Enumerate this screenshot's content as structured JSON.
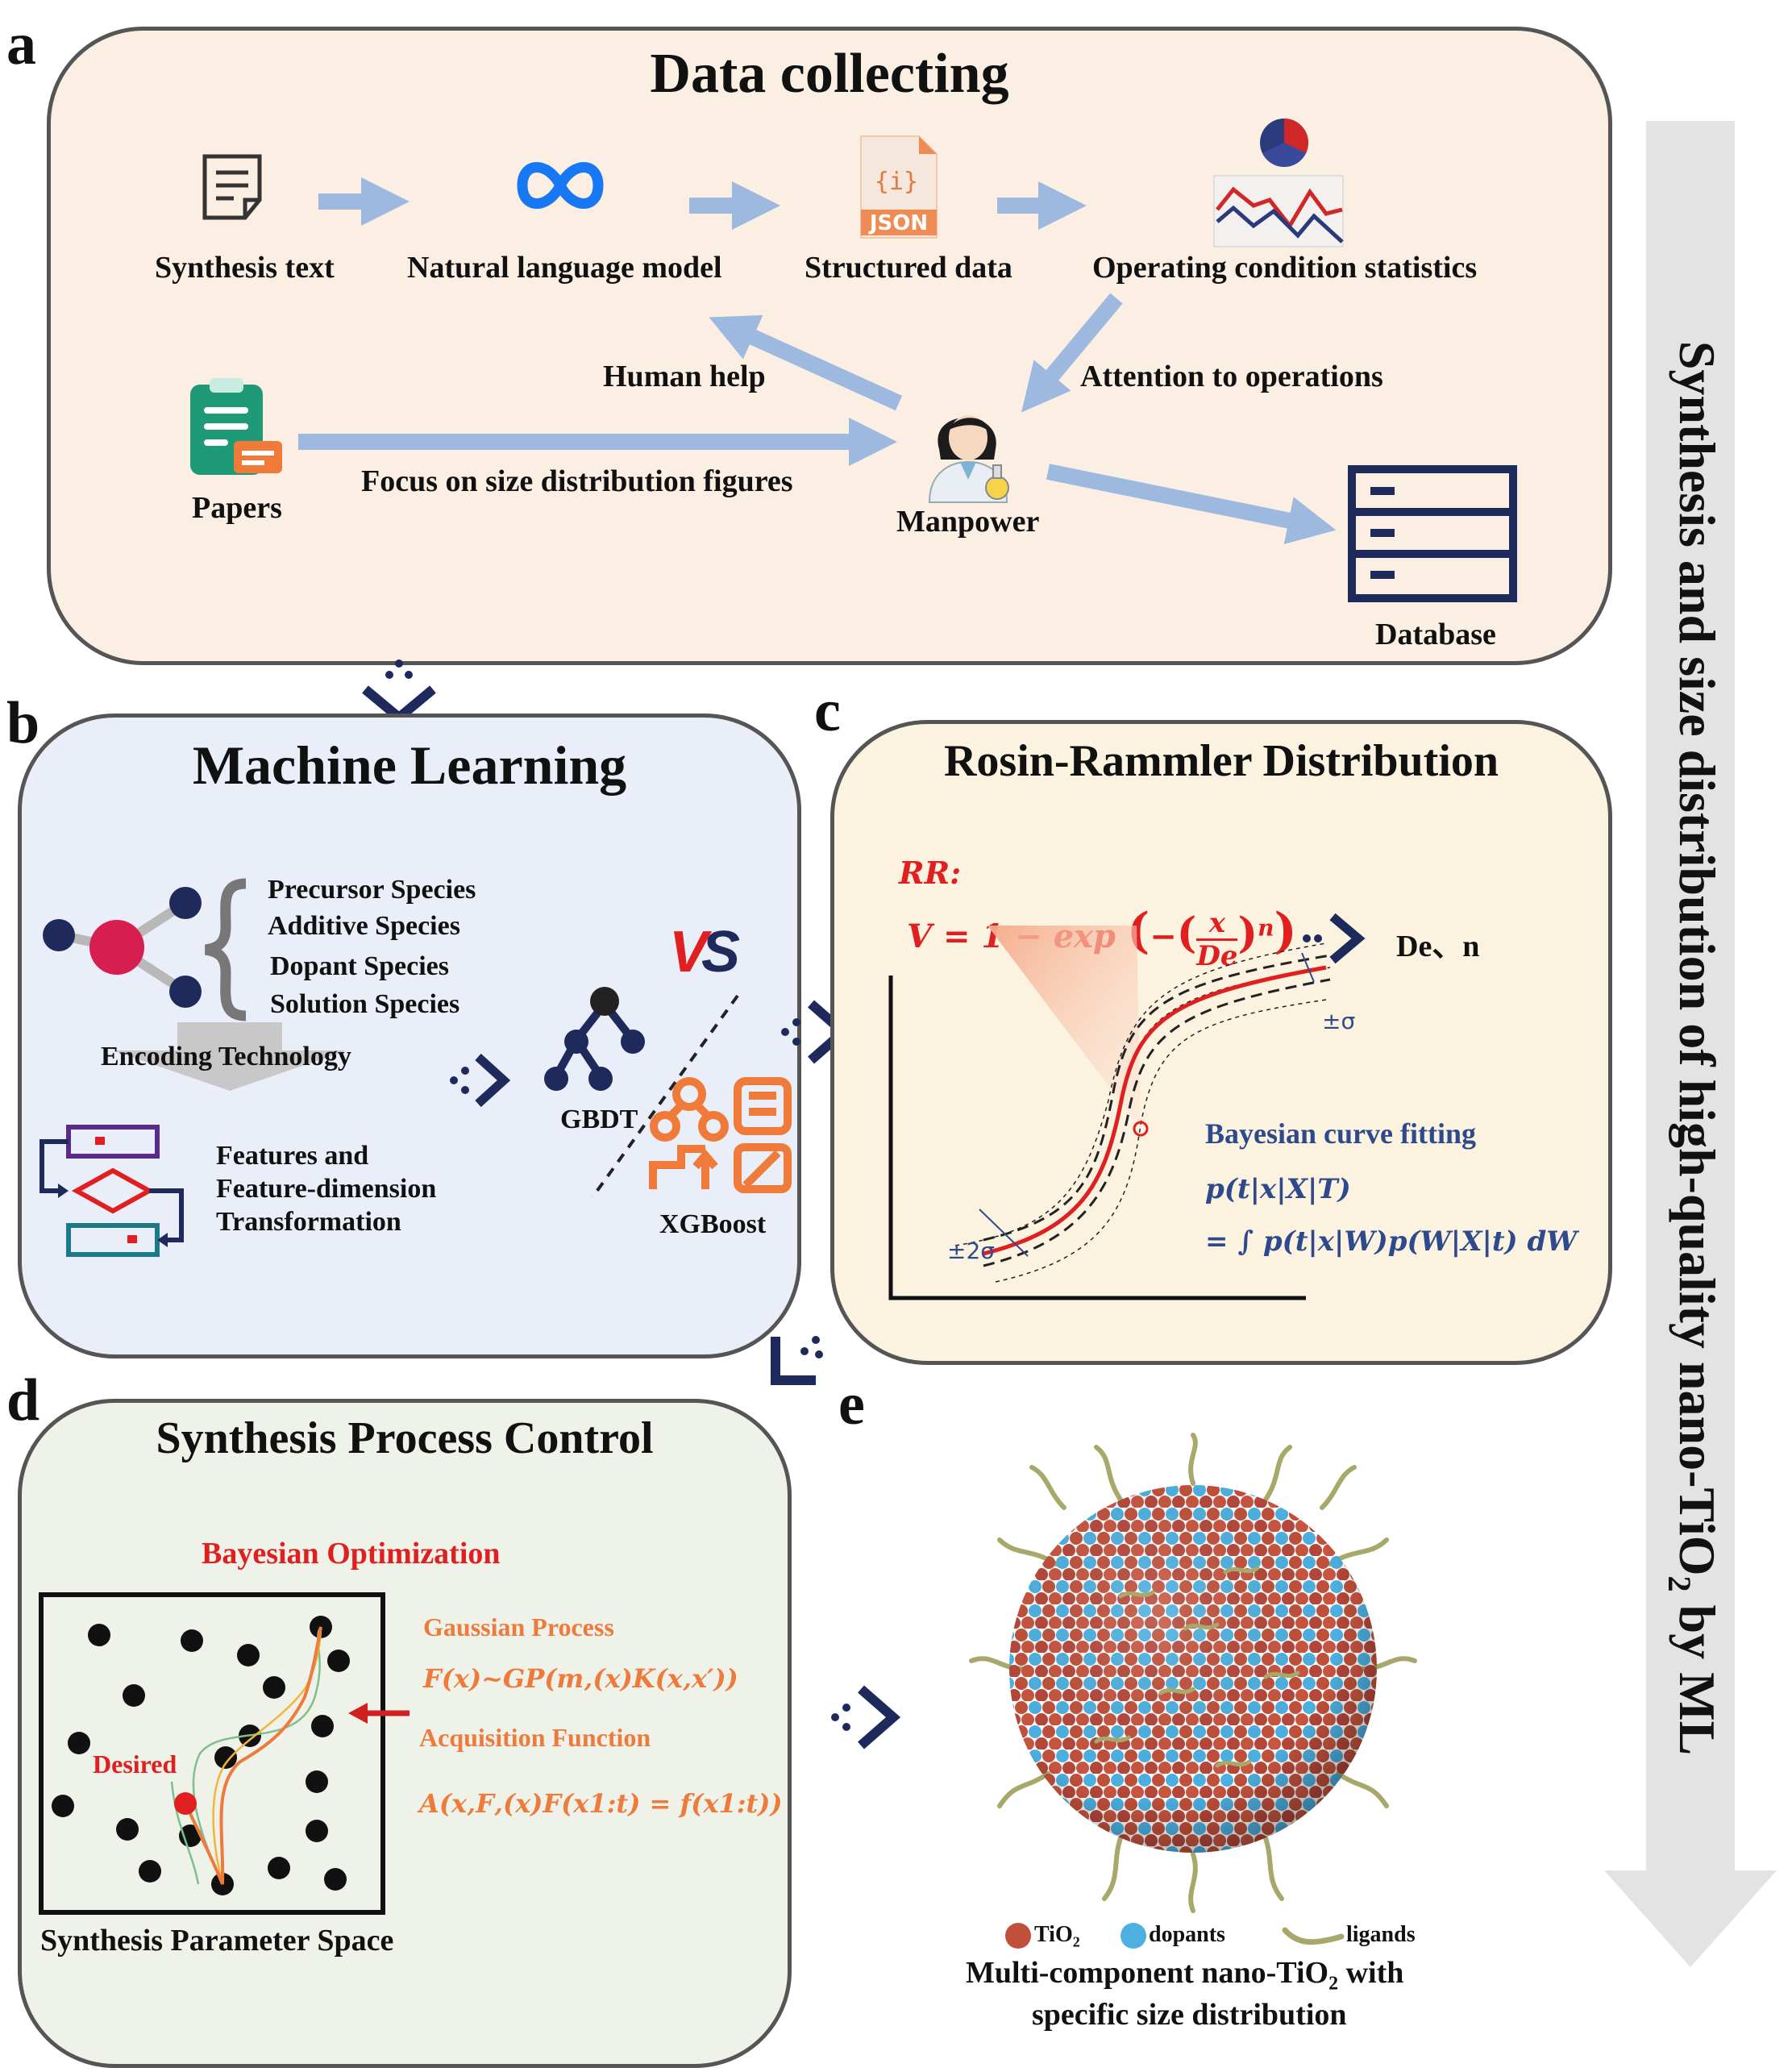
{
  "panels": {
    "a": "a",
    "b": "b",
    "c": "c",
    "d": "d",
    "e": "e"
  },
  "side_arrow": {
    "label_main": "Synthesis and size distribution of high-quality nano-TiO",
    "label_sub": "2",
    "label_end": " by ML"
  },
  "panel_a": {
    "title": "Data collecting",
    "synthesis_text": "Synthesis text",
    "nlm": "Natural language model",
    "structured": "Structured data",
    "json_tag": "JSON",
    "json_brace": "{i}",
    "operating": "Operating condition statistics",
    "human_help": "Human help",
    "attention": "Attention to operations",
    "papers": "Papers",
    "focus": "Focus on size distribution figures",
    "manpower": "Manpower",
    "database": "Database"
  },
  "panel_b": {
    "title": "Machine Learning",
    "species": [
      "Precursor Species",
      "Additive Species",
      "Dopant Species",
      "Solution Species"
    ],
    "encoding": "Encoding Technology",
    "features": [
      "Features and",
      "Feature-dimension",
      "Transformation"
    ],
    "gbdt": "GBDT",
    "vs_v": "V",
    "vs_s": "S",
    "xgboost": "XGBoost"
  },
  "panel_c": {
    "title": "Rosin-Rammler Distribution",
    "rr_label": "RR:",
    "equation": "V = 1 − exp(−(x/De)^n)",
    "eq_lhs": "V = 1 − exp",
    "eq_num": "x",
    "eq_den": "De",
    "eq_exp": "n",
    "result": "De、n",
    "sigma1": "±σ",
    "sigma2": "±2σ",
    "bayes_title": "Bayesian curve fitting",
    "bayes_eq1": "p(t|x|X|T)",
    "bayes_eq2": "= ∫ p(t|x|W)p(W|X|t) dW"
  },
  "panel_d": {
    "title": "Synthesis Process Control",
    "bayes_opt": "Bayesian Optimization",
    "gp": "Gaussian Process",
    "gp_eq": "F(x)~GP(m‚(x)K(x‚x′))",
    "acq": "Acquisition Function",
    "acq_eq": "A(x‚F‚(x)F(x1:t) = f(x1:t))",
    "desired": "Desired",
    "space": "Synthesis Parameter Space"
  },
  "panel_e": {
    "legend_tio2": "TiO",
    "legend_tio2_sub": "2",
    "legend_dopants": "dopants",
    "legend_ligands": "ligands",
    "caption1": "Multi-component nano-TiO",
    "caption1_sub": "2",
    "caption1_end": " with",
    "caption2": "specific size distribution"
  },
  "colors": {
    "arrow_blue": "#9db9e0",
    "navy": "#1f2a5c",
    "red": "#e02020",
    "orange": "#ee7a3c",
    "bayes_blue": "#2f4a8c",
    "tio2": "#c0503a",
    "dopant": "#4db0e0",
    "ligand": "#a8a86a"
  }
}
